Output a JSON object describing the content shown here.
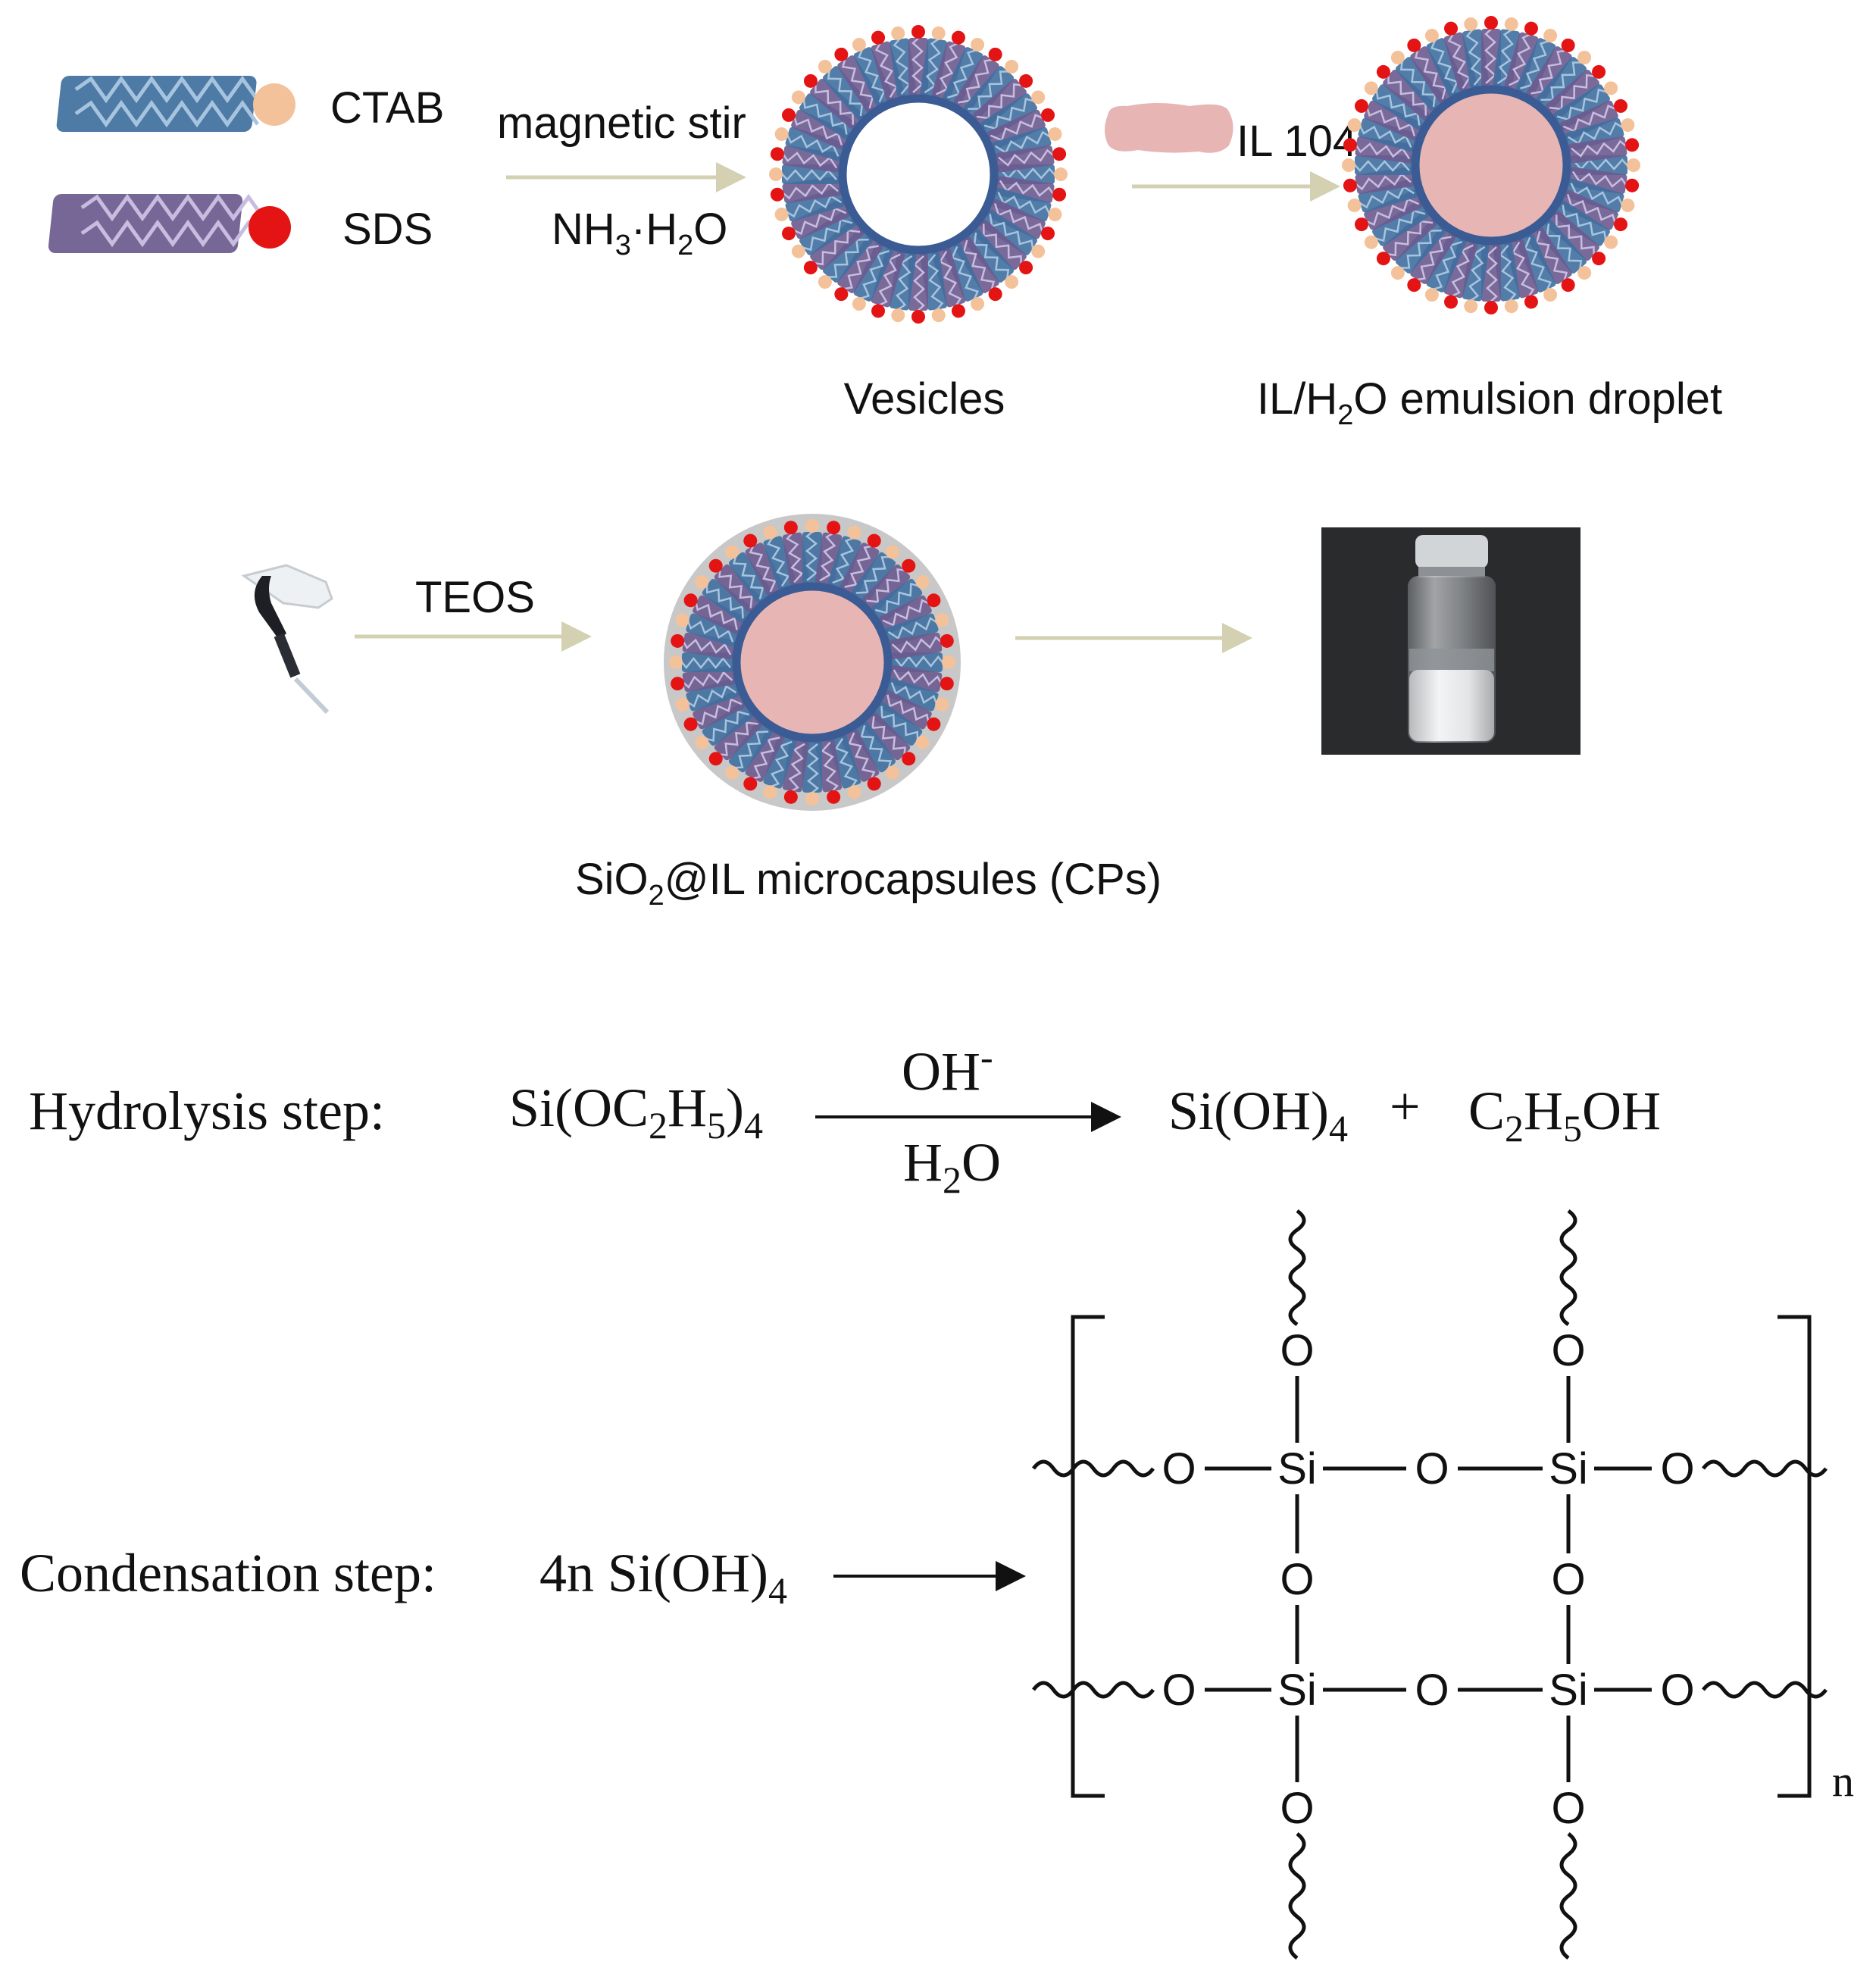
{
  "colors": {
    "cyan_chain": "#3f6f9e",
    "purple_chain": "#6b5a8e",
    "ctab_head": "#f4c29a",
    "sds_head": "#e41414",
    "ring": "#3b5b95",
    "ionic_liquid": "#e7b6b4",
    "silica": "#c8c8c8",
    "arrow": "#d4d0b2",
    "photo_bg": "#2a2b2d"
  },
  "legend": {
    "ctab": "CTAB",
    "sds": "SDS"
  },
  "step1": {
    "above_arrow": "magnetic stir",
    "below_arrow": {
      "a": "NH",
      "sub1": "3",
      "b": "·H",
      "sub2": "2",
      "c": "O"
    }
  },
  "step2": {
    "reagent": "IL 104"
  },
  "vesicle_label": "Vesicles",
  "emulsion_label": {
    "a": "IL/H",
    "sub": "2",
    "b": "O emulsion droplet"
  },
  "step3": {
    "reagent": "TEOS",
    "pipette_icon": "pipette-icon"
  },
  "capsule_label": {
    "a": "SiO",
    "sub": "2",
    "b": "@IL microcapsules (CPs)"
  },
  "hydrolysis": {
    "label": "Hydrolysis step:",
    "reactant": {
      "a": "Si(OC",
      "s1": "2",
      "b": "H",
      "s2": "5",
      "c": ")",
      "s3": "4"
    },
    "catalyst": {
      "a": "OH",
      "sup": "-"
    },
    "solvent": {
      "a": "H",
      "sub": "2",
      "b": "O"
    },
    "product1": {
      "a": "Si(OH)",
      "sub": "4"
    },
    "plus": "+",
    "product2": {
      "a": "C",
      "s1": "2",
      "b": "H",
      "s2": "5",
      "c": "OH"
    }
  },
  "condensation": {
    "label": "Condensation step:",
    "reactant": {
      "a": "4n Si(OH)",
      "sub": "4"
    },
    "atom_si": "Si",
    "atom_o": "O",
    "repeat": "n"
  }
}
